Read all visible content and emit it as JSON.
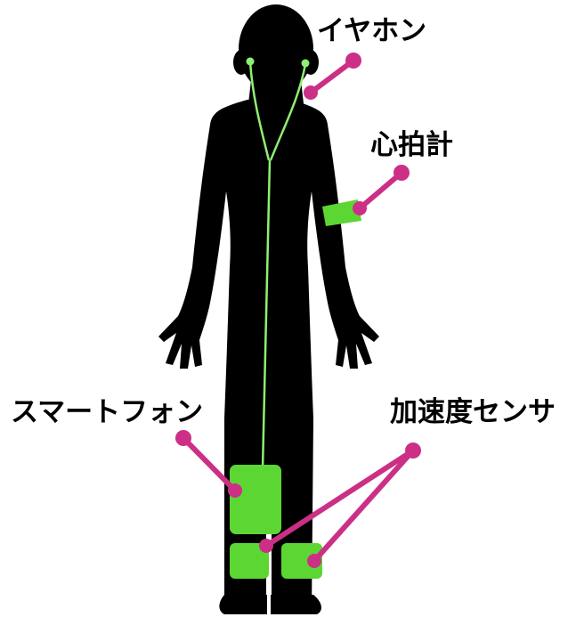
{
  "labels": {
    "earphone": "イヤホン",
    "heart_rate": "心拍計",
    "smartphone": "スマートフォン",
    "accelerometer": "加速度センサ"
  },
  "colors": {
    "silhouette": "#000000",
    "device_green": "#5cd633",
    "wire_green": "#8ef070",
    "pointer_magenta": "#cc2f86",
    "background": "#ffffff"
  }
}
